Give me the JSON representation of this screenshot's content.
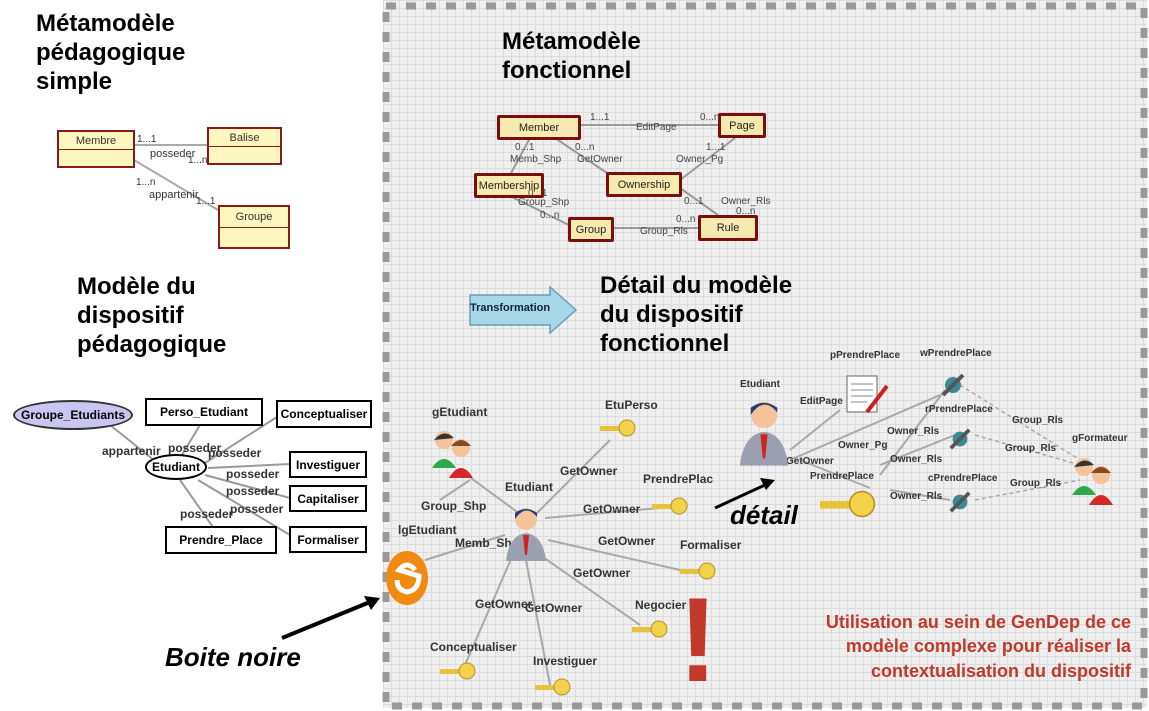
{
  "headings": {
    "meta_simple": "Métamodèle\npédagogique\nsimple",
    "dispositif": "Modèle du\ndispositif\npédagogique",
    "meta_fonctionnel": "Métamodèle\nfonctionnel",
    "detail": "Détail du modèle\ndu dispositif\nfonctionnel"
  },
  "simple_model": {
    "classes": [
      "Membre",
      "Balise",
      "Groupe"
    ],
    "labels": [
      "1...1",
      "posseder",
      "1...n",
      "1...n",
      "appartenir",
      "1...1"
    ]
  },
  "dispositif_model": {
    "group": "Groupe_Etudiants",
    "center": "Etudiant",
    "boxes": [
      "Perso_Etudiant",
      "Conceptualiser",
      "Investiguer",
      "Capitaliser",
      "Formaliser",
      "Prendre_Place"
    ],
    "edges": [
      "appartenir",
      "posseder",
      "posseder",
      "posseder",
      "posseder",
      "posseder",
      "posseder"
    ]
  },
  "functional_meta": {
    "classes": [
      "Member",
      "Page",
      "Membership",
      "Ownership",
      "Group",
      "Rule"
    ],
    "labels": [
      "1...1",
      "EditPage",
      "0...n",
      "0...1",
      "0...n",
      "Memb_Shp",
      "GetOwner",
      "1...1",
      "Owner_Pg",
      "0...1",
      "0...n",
      "Group_Shp",
      "Owner_Rls",
      "0...1",
      "0...n",
      "Group_Rls",
      "0...n"
    ]
  },
  "transformation_label": "Transformation",
  "detail_graph": {
    "nodes": [
      "gEtudiant",
      "EtuPerso",
      "GetOwner",
      "Etudiant",
      "PrendrePlac",
      "GetOwner",
      "Group_Shp",
      "lgEtudiant",
      "Memb_Sh",
      "GetOwner",
      "Formaliser",
      "GetOwner",
      "GetOwner",
      "GetOwner",
      "Negocier",
      "Conceptualiser",
      "Investiguer"
    ],
    "right_nodes": [
      "pPrendrePlace",
      "wPrendrePlace",
      "Etudiant",
      "EditPage",
      "rPrendrePlace",
      "Group_Rls",
      "Owner_Rls",
      "Owner_Rls",
      "gFormateur",
      "Owner_Pg",
      "Group_Rls",
      "GetOwner",
      "PrendrePlace",
      "cPrendrePlace",
      "Group_Rls",
      "Owner_Rls"
    ]
  },
  "annotations": {
    "detail": "détail",
    "boite_noire": "Boite noire",
    "exclamation": "!",
    "note": "Utilisation au sein de GenDep de ce\nmodèle complexe pour réaliser la\ncontextualisation du dispositif"
  },
  "colors": {
    "note_red": "#c0392b",
    "arrow_blue": "#a6d8ea",
    "class_fill": "#fff6c0",
    "class_border": "#8a1a1a",
    "ellipse_fill": "#c9c6f2"
  },
  "icons": [
    "user-icon",
    "group-icon",
    "key-icon",
    "document-icon",
    "tools-icon",
    "logo-e-icon"
  ]
}
